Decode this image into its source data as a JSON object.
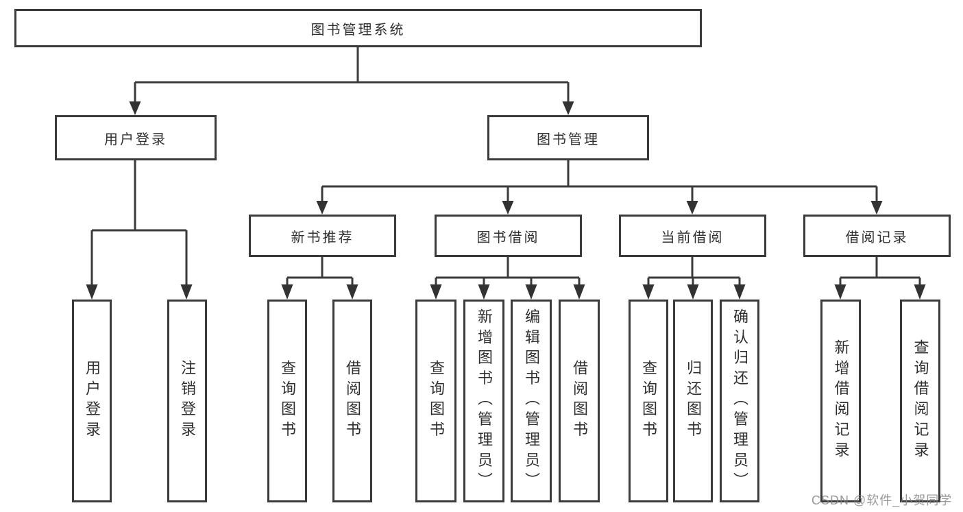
{
  "tree": {
    "root": {
      "label": "图书管理系统"
    },
    "branches": [
      {
        "label": "用户登录",
        "children": [
          {
            "label": "用户登录"
          },
          {
            "label": "注销登录"
          }
        ]
      },
      {
        "label": "图书管理",
        "children": [
          {
            "label": "新书推荐",
            "children": [
              {
                "label": "查询图书"
              },
              {
                "label": "借阅图书"
              }
            ]
          },
          {
            "label": "图书借阅",
            "children": [
              {
                "label": "查询图书"
              },
              {
                "label": "新增图书（管理员）"
              },
              {
                "label": "编辑图书（管理员）"
              },
              {
                "label": "借阅图书"
              }
            ]
          },
          {
            "label": "当前借阅",
            "children": [
              {
                "label": "查询图书"
              },
              {
                "label": "归还图书"
              },
              {
                "label": "确认归还（管理员）"
              }
            ]
          },
          {
            "label": "借阅记录",
            "children": [
              {
                "label": "新增借阅记录"
              },
              {
                "label": "查询借阅记录"
              }
            ]
          }
        ]
      }
    ]
  },
  "watermark": {
    "text": "CSDN @软件_小贺同学"
  },
  "colors": {
    "line": "#3a3a3a",
    "node_border": "#3a3a3a",
    "node_fill": "#ffffff",
    "text": "#2f2f2f",
    "background": "#ffffff",
    "watermark": "#9b9b9b"
  }
}
